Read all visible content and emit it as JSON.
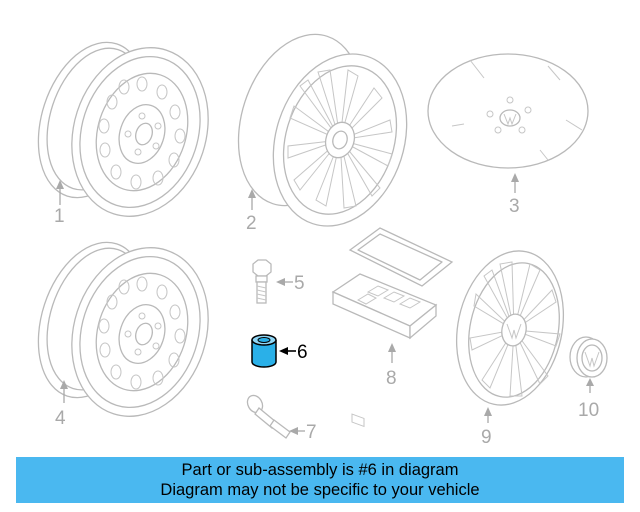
{
  "callouts": {
    "p1": "1",
    "p2": "2",
    "p3": "3",
    "p4": "4",
    "p5": "5",
    "p6": "6",
    "p7": "7",
    "p8": "8",
    "p9": "9",
    "p10": "10"
  },
  "highlighted_part": "6",
  "banner": {
    "line1": "Part or sub-assembly is #6 in diagram",
    "line2": "Diagram may not be specific to your vehicle",
    "background": "#4ab8f0"
  },
  "colors": {
    "outline": "#b9b9b9",
    "callout": "#a9a9a9",
    "highlight": "#000000"
  }
}
